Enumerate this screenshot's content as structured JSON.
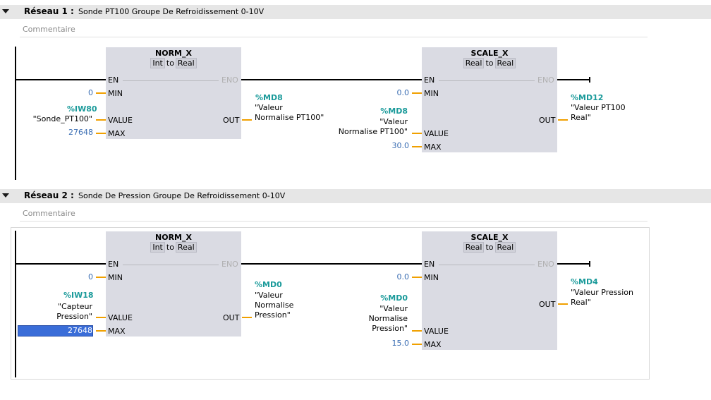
{
  "networks": [
    {
      "title": "Réseau 1 :",
      "description": "Sonde PT100 Groupe De Refroidissement 0-10V",
      "comment": "Commentaire",
      "norm": {
        "name": "NORM_X",
        "type_in": "Int",
        "type_to": "to",
        "type_out": "Real",
        "pins": {
          "en": "EN",
          "eno": "ENO",
          "min": "MIN",
          "value": "VALUE",
          "max": "MAX",
          "out": "OUT"
        },
        "min_val": "0",
        "value_addr": "%IW80",
        "value_tag": [
          "\"Sonde_PT100\""
        ],
        "max_val": "27648",
        "out_addr": "%MD8",
        "out_tag": [
          "\"Valeur",
          "Normalise PT100\""
        ]
      },
      "scale": {
        "name": "SCALE_X",
        "type_in": "Real",
        "type_to": "to",
        "type_out": "Real",
        "pins": {
          "en": "EN",
          "eno": "ENO",
          "min": "MIN",
          "value": "VALUE",
          "max": "MAX",
          "out": "OUT"
        },
        "min_val": "0.0",
        "value_addr": "%MD8",
        "value_tag": [
          "\"Valeur",
          "Normalise PT100\""
        ],
        "max_val": "30.0",
        "out_addr": "%MD12",
        "out_tag": [
          "\"Valeur PT100",
          "Real\""
        ]
      }
    },
    {
      "title": "Réseau 2 :",
      "description": "Sonde De Pression Groupe De Refroidissement 0-10V",
      "comment": "Commentaire",
      "norm": {
        "name": "NORM_X",
        "type_in": "Int",
        "type_to": "to",
        "type_out": "Real",
        "pins": {
          "en": "EN",
          "eno": "ENO",
          "min": "MIN",
          "value": "VALUE",
          "max": "MAX",
          "out": "OUT"
        },
        "min_val": "0",
        "value_addr": "%IW18",
        "value_tag": [
          "\"Capteur",
          "Pression\""
        ],
        "max_val": "27648",
        "out_addr": "%MD0",
        "out_tag": [
          "\"Valeur",
          "Normalise",
          "Pression\""
        ]
      },
      "scale": {
        "name": "SCALE_X",
        "type_in": "Real",
        "type_to": "to",
        "type_out": "Real",
        "pins": {
          "en": "EN",
          "eno": "ENO",
          "min": "MIN",
          "value": "VALUE",
          "max": "MAX",
          "out": "OUT"
        },
        "min_val": "0.0",
        "value_addr": "%MD0",
        "value_tag": [
          "\"Valeur",
          "Normalise",
          "Pression\""
        ],
        "max_val": "15.0",
        "out_addr": "%MD4",
        "out_tag": [
          "\"Valeur Pression",
          "Real\""
        ]
      }
    }
  ],
  "colors": {
    "accent_address": "#1a9a9a",
    "constant": "#3a6db3",
    "connector": "#f0a000",
    "block": "#dadbe3",
    "selection": "#3a6dd8"
  }
}
